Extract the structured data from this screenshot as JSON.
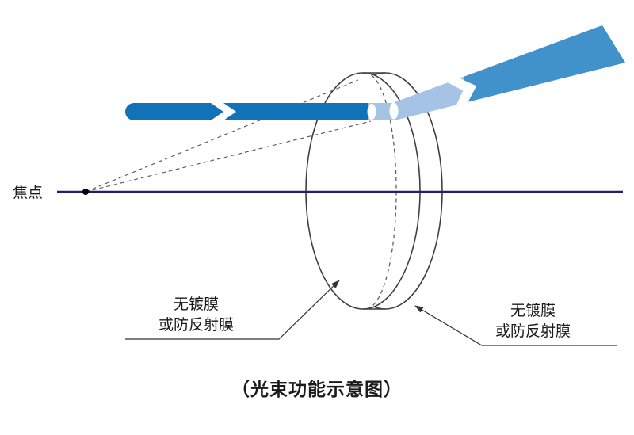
{
  "labels": {
    "focal_point": "焦点",
    "left_coating_line1": "无镀膜",
    "left_coating_line2": "或防反射膜",
    "right_coating_line1": "无镀膜",
    "right_coating_line2": "或防反射膜",
    "caption": "（光束功能示意图）"
  },
  "colors": {
    "beam_primary": "#1272b8",
    "beam_light": "#a5c3e5",
    "beam_secondary": "#4191cb",
    "axis_navy": "#1f1f78",
    "line_color": "#3f3f3f",
    "guide_gray": "#555555"
  }
}
